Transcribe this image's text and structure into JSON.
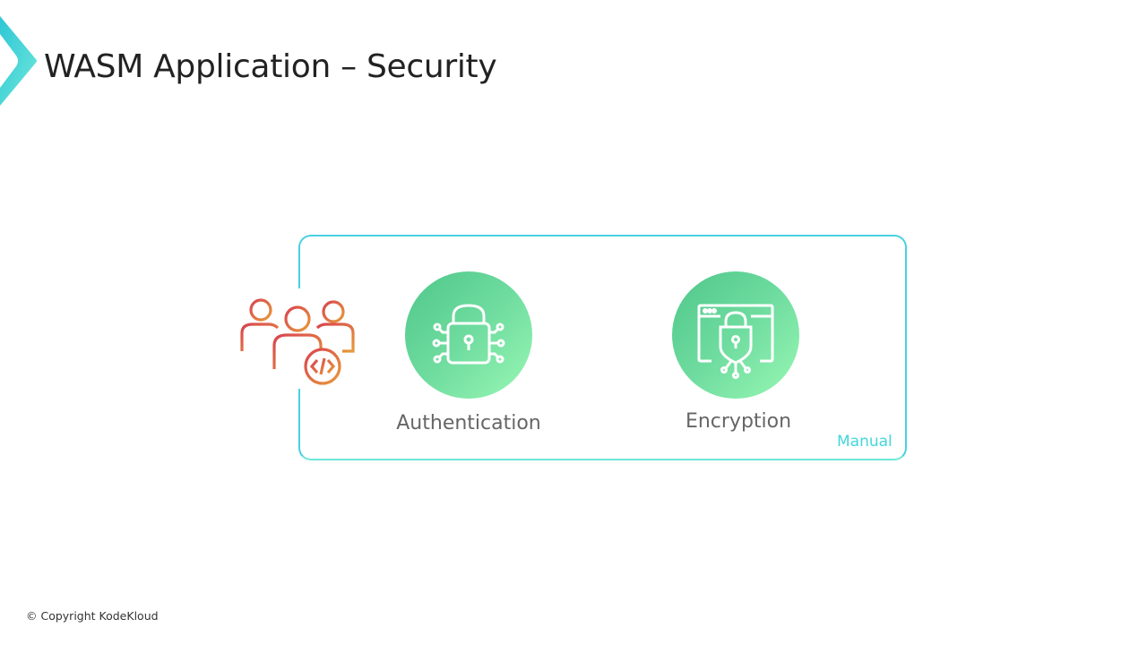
{
  "header": {
    "title": "WASM Application – Security"
  },
  "diagram": {
    "items": [
      {
        "label": "Authentication",
        "icon": "lock-circuit-icon"
      },
      {
        "label": "Encryption",
        "icon": "browser-lock-icon"
      }
    ],
    "tag": "Manual",
    "actor_icon": "developers-group-icon"
  },
  "footer": {
    "copyright": "© Copyright KodeKloud"
  },
  "colors": {
    "accent": "#48d0e2",
    "green": "#6fdc9f",
    "orange": "#e08a3c"
  }
}
